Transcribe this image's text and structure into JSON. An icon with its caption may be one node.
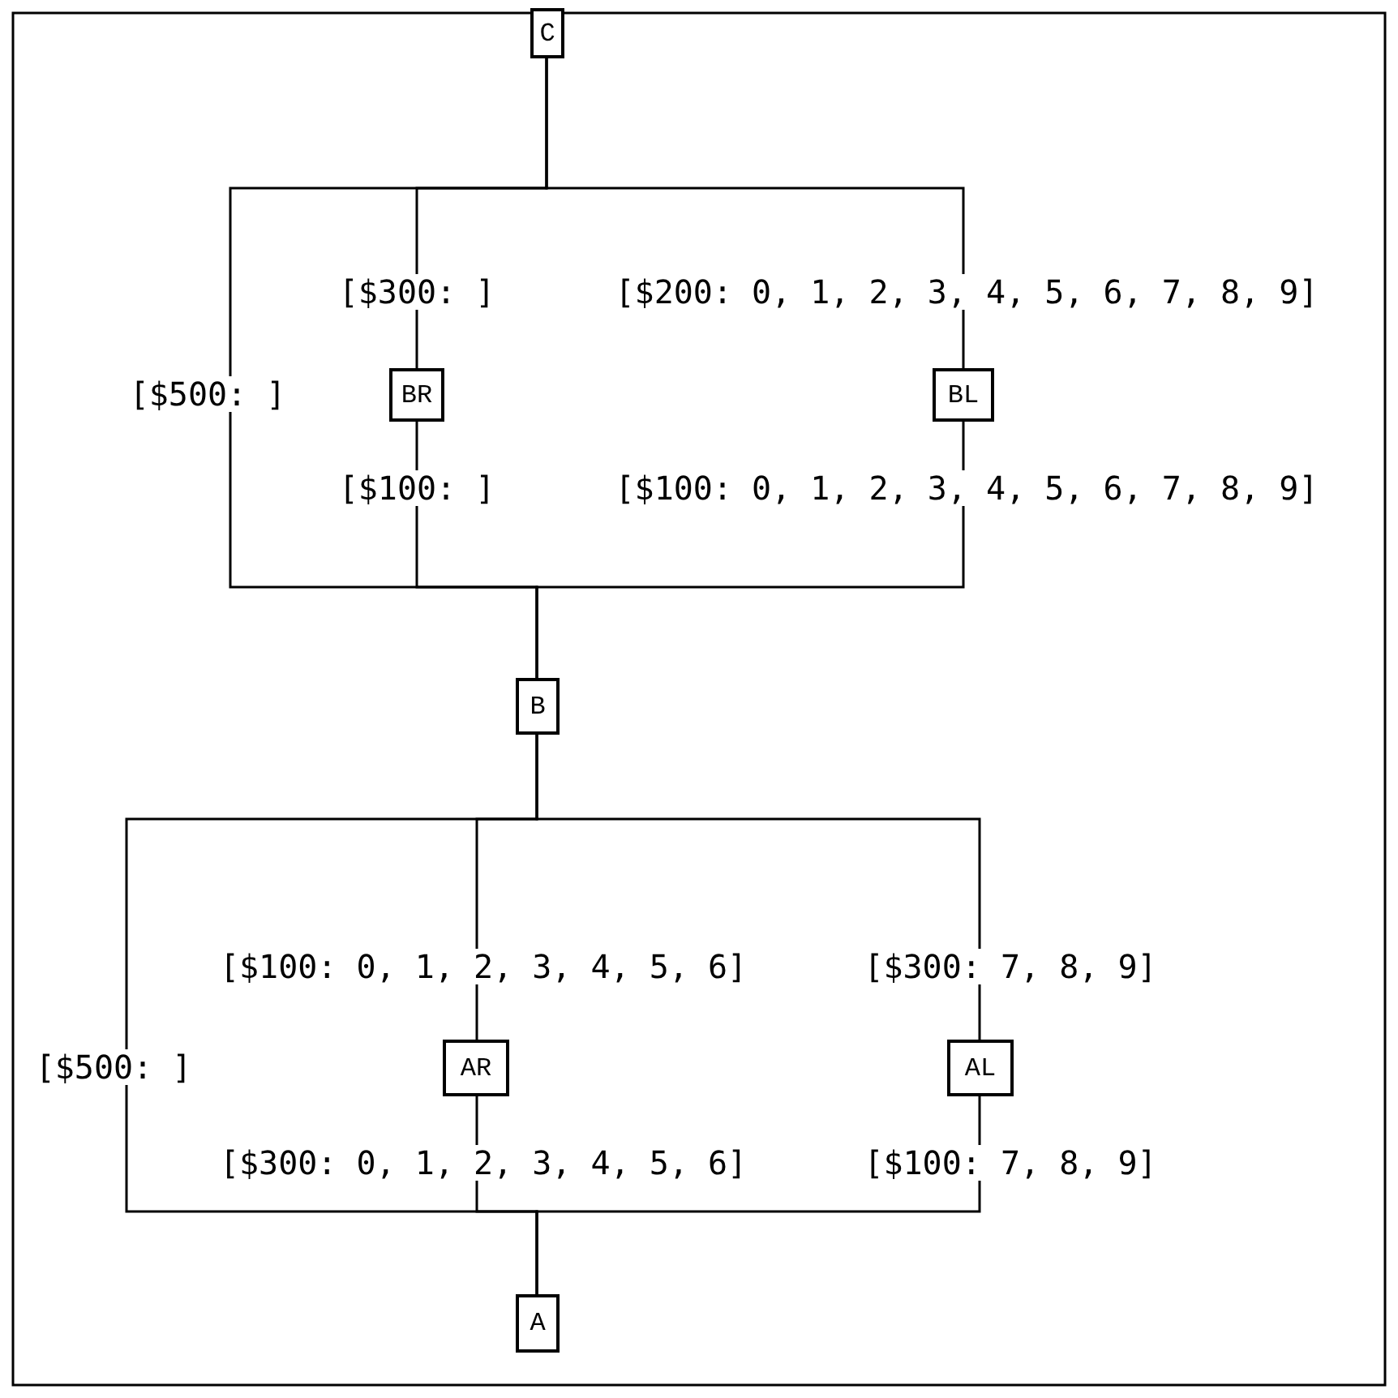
{
  "diagram": {
    "nodes": [
      {
        "text": [
          "C"
        ]
      },
      {
        "text": [
          "BR"
        ]
      },
      {
        "text": [
          "BL"
        ]
      },
      {
        "text": [
          "B"
        ]
      },
      {
        "text": [
          "AR"
        ]
      },
      {
        "text": [
          "AL"
        ]
      },
      {
        "text": [
          "A"
        ]
      }
    ],
    "edges": [
      {
        "from": 0,
        "to": 3,
        "arrow": "none",
        "label": "[$500: ]"
      },
      {
        "from": 0,
        "to": 1,
        "arrow": "none",
        "label": "[$300: ]"
      },
      {
        "from": 1,
        "to": 3,
        "arrow": "none",
        "label": "[$100: ]"
      },
      {
        "from": 0,
        "to": 2,
        "arrow": "none",
        "label": "[$200: 0, 1, 2, 3, 4, 5, 6, 7, 8, 9]"
      },
      {
        "from": 2,
        "to": 3,
        "arrow": "none",
        "label": "[$100: 0, 1, 2, 3, 4, 5, 6, 7, 8, 9]"
      },
      {
        "from": 3,
        "to": 6,
        "arrow": "none",
        "label": "[$500: ]"
      },
      {
        "from": 3,
        "to": 4,
        "arrow": "none",
        "label": "[$100: 0, 1, 2, 3, 4, 5, 6]"
      },
      {
        "from": 4,
        "to": 6,
        "arrow": "none",
        "label": "[$300: 0, 1, 2, 3, 4, 5, 6]"
      },
      {
        "from": 3,
        "to": 5,
        "arrow": "none",
        "label": "[$300: 7, 8, 9]"
      },
      {
        "from": 5,
        "to": 6,
        "arrow": "none",
        "label": "[$100: 7, 8, 9]"
      }
    ]
  }
}
